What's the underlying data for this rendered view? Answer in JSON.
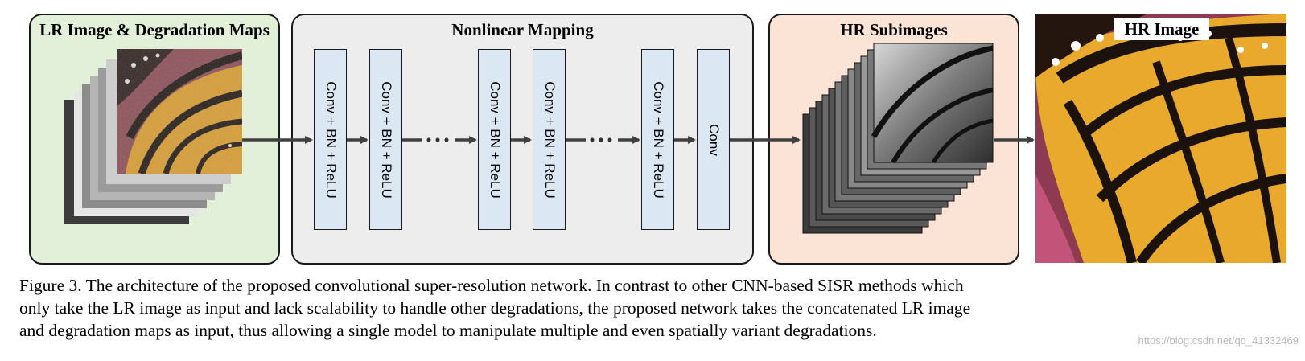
{
  "panels": {
    "lr_title": "LR Image & Degradation Maps",
    "nonlinear_title": "Nonlinear Mapping",
    "hr_sub_title": "HR Subimages",
    "hr_image_title": "HR Image"
  },
  "blocks": [
    {
      "label": "Conv + BN + ReLU"
    },
    {
      "label": "Conv + BN + ReLU"
    },
    {
      "label": "Conv + BN + ReLU"
    },
    {
      "label": "Conv + BN + ReLU"
    },
    {
      "label": "Conv + BN + ReLU"
    },
    {
      "label": "Conv"
    }
  ],
  "caption": {
    "line1": "Figure 3. The architecture of the proposed convolutional super-resolution network. In contrast to other CNN-based SISR methods which",
    "line2": "only take the LR image as input and lack scalability to handle other degradations, the proposed network takes the concatenated LR image",
    "line3": "and degradation maps as input, thus allowing a single model to manipulate multiple and even spatially variant degradations."
  },
  "watermark": "https://blog.csdn.net/qq_41332469",
  "colors": {
    "lr_panel": "#e2efd9",
    "nonlinear_panel": "#ededed",
    "hr_panel": "#fbe4d5",
    "block_fill": "#dbe8f4",
    "arrow": "#404040"
  }
}
